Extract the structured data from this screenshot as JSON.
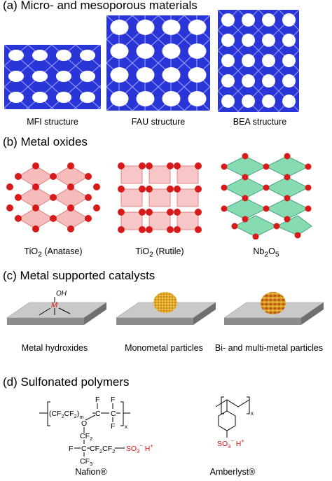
{
  "sections": {
    "a": {
      "title": "(a) Micro- and mesoporous materials",
      "items": [
        {
          "label": "MFI structure"
        },
        {
          "label": "FAU structure"
        },
        {
          "label": "BEA structure"
        }
      ]
    },
    "b": {
      "title": "(b) Metal oxides",
      "items": [
        {
          "label_main": "TiO",
          "label_sub": "2",
          "label_rest": " (Anatase)"
        },
        {
          "label_main": "TiO",
          "label_sub": "2",
          "label_rest": " (Rutile)"
        },
        {
          "label_main": "Nb",
          "label_sub": "2",
          "label_mid": "O",
          "label_sub2": "5"
        }
      ]
    },
    "c": {
      "title": "(c) Metal supported catalysts",
      "items": [
        {
          "label": "Metal hydroxides"
        },
        {
          "label": "Monometal particles"
        },
        {
          "label": "Bi- and multi-metal particles"
        }
      ],
      "hydroxide": {
        "oh": "OH",
        "metal": "M"
      }
    },
    "d": {
      "title": "(d) Sulfonated polymers",
      "nafion": {
        "label": "Nafion®",
        "chain_left": "(CF",
        "chain_sub": "2",
        "chain_mid": "CF",
        "m": "m",
        "x": "x",
        "f": "F",
        "c": "C",
        "o": "O",
        "cf2": "CF",
        "cf3": "CF",
        "three": "3",
        "tail": "CF",
        "so3": "SO",
        "minus": "−",
        "h": "H",
        "plus": "+"
      },
      "amberlyst": {
        "label": "Amberlyst®",
        "x": "x",
        "so3": "SO",
        "three": "3",
        "minus": "−",
        "h": "H",
        "plus": "+"
      }
    }
  },
  "colors": {
    "zeolite": "#2a35d8",
    "oxygen": "#d91a1a",
    "polyhedron_pink": "#f2a0a0",
    "polyhedron_green": "#5fcf9a",
    "gold": "#e0a11e",
    "support_top": "#c9c9c9",
    "support_side": "#8c8c8c",
    "sulfonate": "#e01010"
  }
}
